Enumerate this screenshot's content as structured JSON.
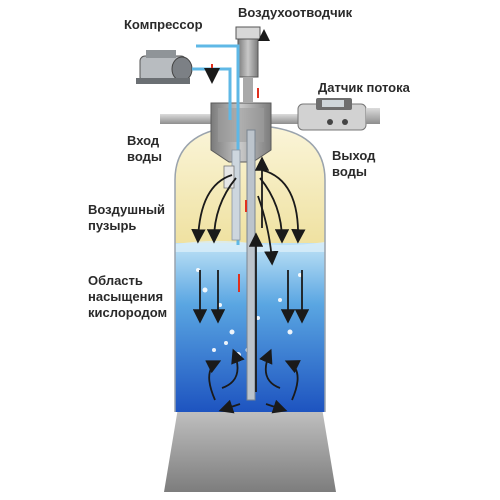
{
  "labels": {
    "compressor": "Компрессор",
    "air_vent": "Воздухоотводчик",
    "flow_sensor": "Датчик потока",
    "water_inlet": [
      "Вход",
      "воды"
    ],
    "water_outlet": [
      "Выход",
      "воды"
    ],
    "air_bubble": [
      "Воздушный",
      "пузырь"
    ],
    "saturation_zone": [
      "Область",
      "насыщения",
      "кислородом"
    ]
  },
  "colors": {
    "air_zone": "#f3e9b8",
    "water_top": "#a9d6f2",
    "water_bottom": "#1d56c2",
    "air_line": "#5fb8e6",
    "flow_arrow_up": "#e0301e",
    "circulation_arrow": "#1a1a1a",
    "base": "#9a9a9a"
  },
  "icons": [
    "compressor-icon",
    "air-vent-icon",
    "flow-sensor-icon",
    "red-flow-arrow-icon",
    "circulation-arrow-icon"
  ]
}
